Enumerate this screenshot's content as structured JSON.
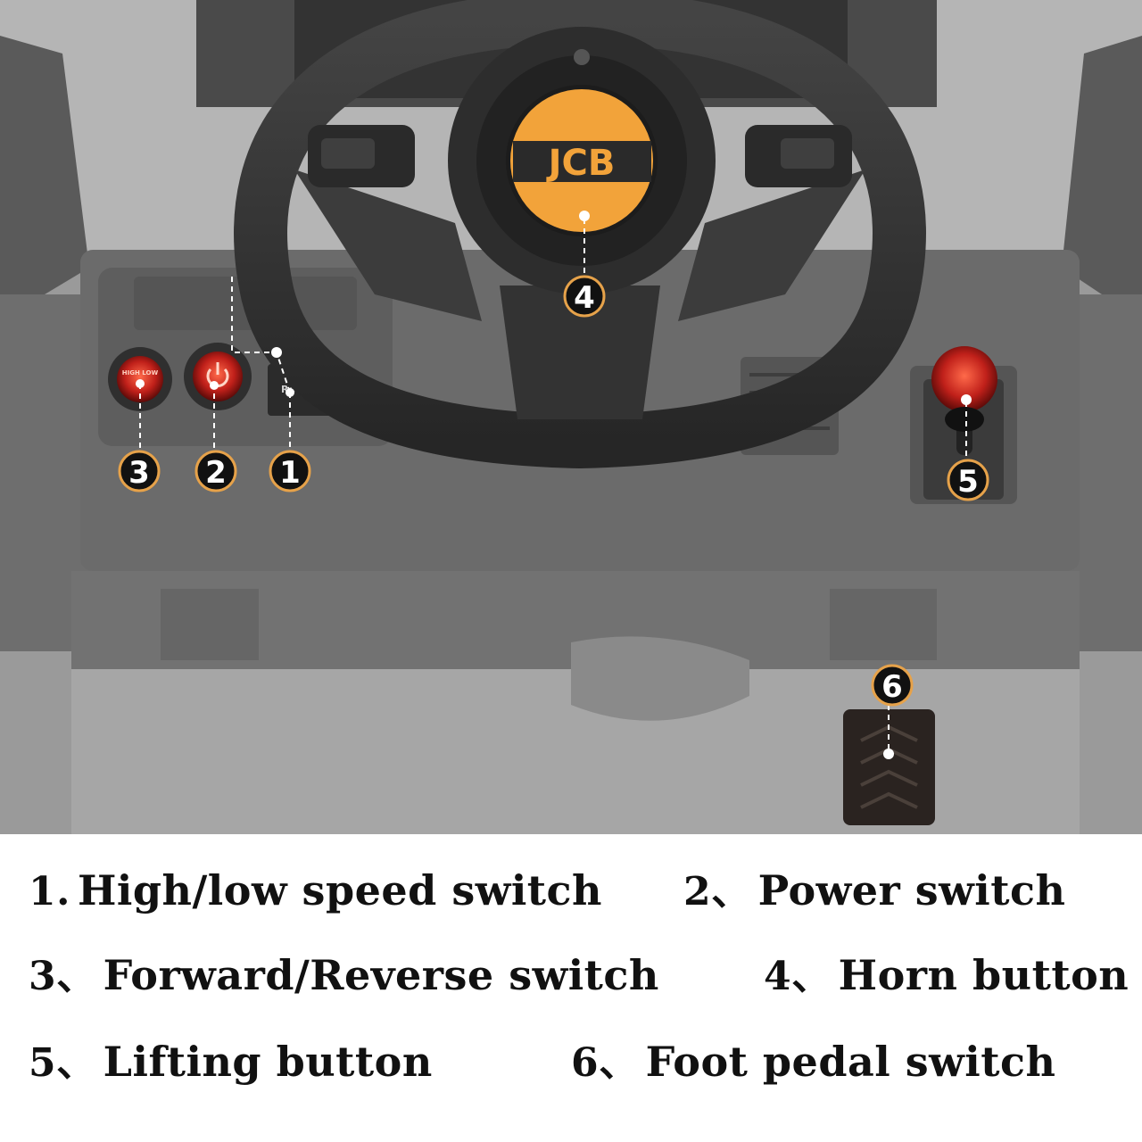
{
  "photo": {
    "logo_text": "JCB",
    "reverse_label": "Reverse",
    "hi_lo_label": "HIGH LOW",
    "colors": {
      "body_gray": "#8f8f8f",
      "dark_plastic": "#3a3a3a",
      "logo_orange": "#f2a33a",
      "button_red": "#c0201a",
      "marker_fill": "#111111"
    }
  },
  "markers": [
    {
      "id": 1,
      "label": "1"
    },
    {
      "id": 2,
      "label": "2"
    },
    {
      "id": 3,
      "label": "3"
    },
    {
      "id": 4,
      "label": "4"
    },
    {
      "id": 5,
      "label": "5"
    },
    {
      "id": 6,
      "label": "6"
    }
  ],
  "legend": [
    {
      "num": "1.",
      "text": "High/low speed switch"
    },
    {
      "num": "2、",
      "text": "Power switch"
    },
    {
      "num": "3、",
      "text": "Forward/Reverse switch"
    },
    {
      "num": "4、",
      "text": "Horn button"
    },
    {
      "num": "5、",
      "text": "Lifting button"
    },
    {
      "num": "6、",
      "text": "Foot pedal switch"
    }
  ]
}
